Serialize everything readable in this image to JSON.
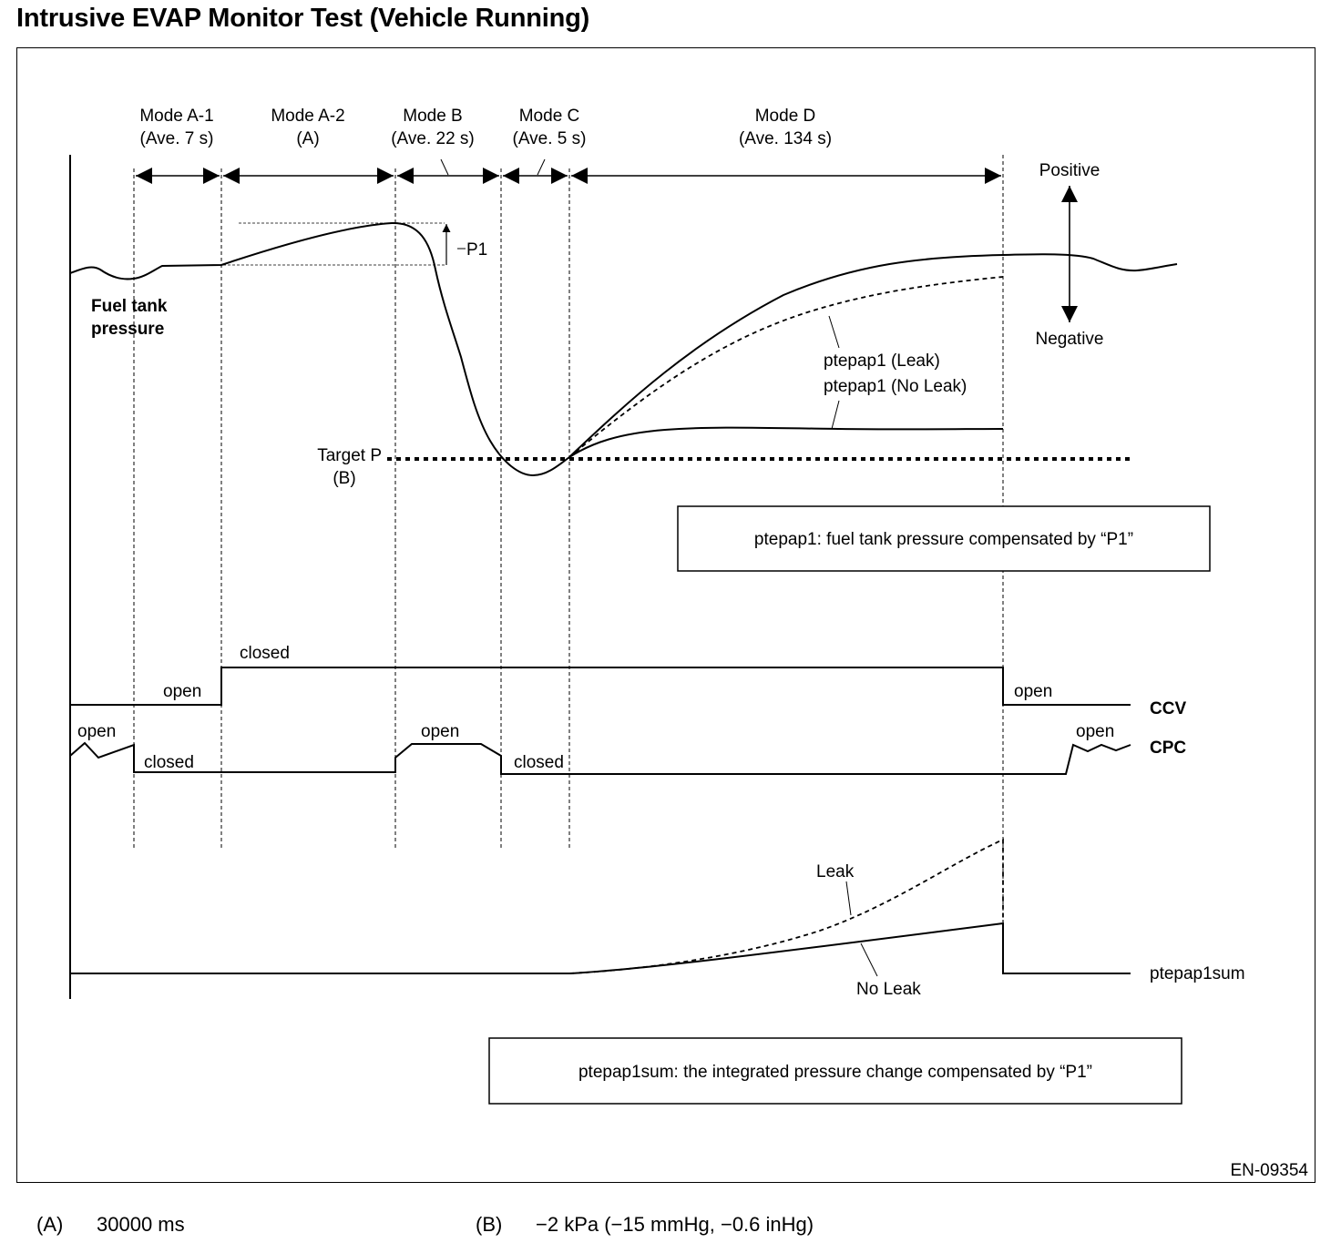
{
  "title": "Intrusive EVAP Monitor Test (Vehicle Running)",
  "modes": [
    {
      "name": "Mode A-1",
      "duration": "(Ave. 7 s)"
    },
    {
      "name": "Mode A-2",
      "duration": "(A)"
    },
    {
      "name": "Mode B",
      "duration": "(Ave. 22 s)"
    },
    {
      "name": "Mode C",
      "duration": "(Ave. 5 s)"
    },
    {
      "name": "Mode D",
      "duration": "(Ave. 134 s)"
    }
  ],
  "pressure_axis": {
    "positive": "Positive",
    "negative": "Negative"
  },
  "fuel_tank_label": [
    "Fuel tank",
    "pressure"
  ],
  "p1_label": "P1",
  "target_label": [
    "Target P",
    "(B)"
  ],
  "curve_labels": {
    "leak": "ptepap1 (Leak)",
    "no_leak": "ptepap1 (No Leak)"
  },
  "ptepap1_note": "ptepap1: fuel tank pressure compensated by “P1”",
  "ccv": {
    "name": "CCV",
    "open_left": "open",
    "closed": "closed",
    "open_right": "open"
  },
  "cpc": {
    "name": "CPC",
    "open_left": "open",
    "closed_1": "closed",
    "open_mid": "open",
    "closed_2": "closed",
    "open_right": "open"
  },
  "sum": {
    "name": "ptepap1sum",
    "leak": "Leak",
    "no_leak": "No Leak"
  },
  "ptepap1sum_note": "ptepap1sum: the integrated pressure change compensated by “P1”",
  "figure_code": "EN-09354",
  "footnotes": [
    {
      "key": "(A)",
      "value": "30000 ms"
    },
    {
      "key": "(B)",
      "value": "−2 kPa (−15 mmHg, −0.6 inHg)"
    }
  ]
}
